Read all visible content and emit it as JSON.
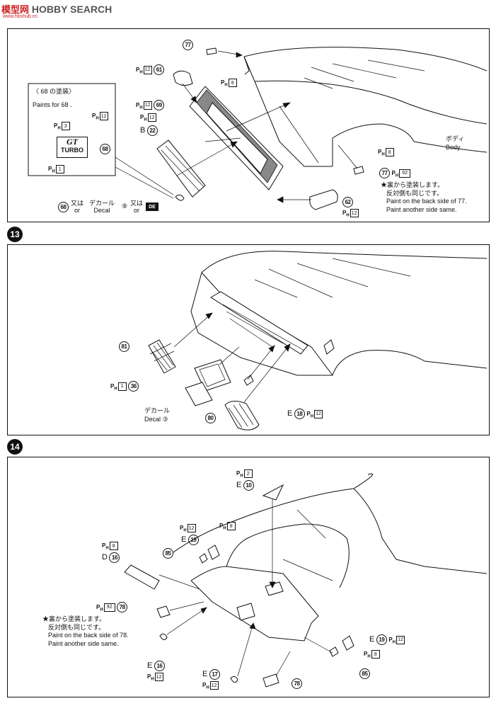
{
  "watermark": {
    "cn": "模型网",
    "brand": "HOBBY SEARCH",
    "url": "www.hbshub.cn"
  },
  "steps": {
    "s13": "13",
    "s14": "14"
  },
  "panel1": {
    "inset_title": "〈 68 の塗装〉",
    "inset_paints": "Paints for 68 .",
    "gt_text": "GT",
    "turbo_text": "TURBO",
    "body_jp": "ボディ",
    "body_en": "Body",
    "decal_or_jp": "又は",
    "decal_or_en": "or",
    "decal_jp": "デカール",
    "decal_en": "Decal",
    "decal_no": "⑨",
    "de_label": "DE",
    "note_jp1": "★裏から塗装します。",
    "note_jp2": "反対側も同じです。",
    "note_en1": "Paint on the back side of 77.",
    "note_en2": "Paint another side same."
  },
  "panel2": {
    "decal_jp": "デカール",
    "decal_en": "Decal",
    "decal_no": "③"
  },
  "panel3": {
    "note_jp1": "★裏から塗装します。",
    "note_jp2": "反対側も同じです。",
    "note_en1": "Paint on the back side of 78.",
    "note_en2": "Paint another side same."
  },
  "parts": {
    "p77": "77",
    "p61": "61",
    "p69": "69",
    "p22": "22",
    "p68": "68",
    "p62": "62",
    "p81": "81",
    "p36": "36",
    "p80": "80",
    "p18": "18",
    "p10": "10",
    "p19": "19",
    "p85": "85",
    "p16": "16",
    "p78": "78",
    "p17": "17",
    "B": "B",
    "D": "D",
    "E": "E"
  },
  "paints": {
    "c1": "1",
    "c3": "3",
    "c8": "8",
    "c12": "12",
    "c2": "2",
    "c92": "92"
  }
}
